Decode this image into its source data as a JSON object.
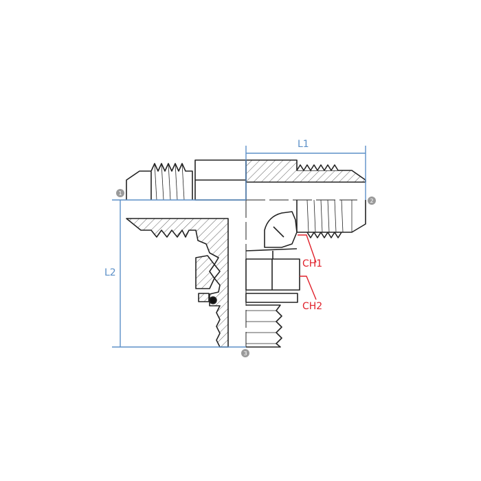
{
  "dimensions": {
    "l1": "L1",
    "l2": "L2"
  },
  "callouts": {
    "ch1": "CH1",
    "ch2": "CH2"
  },
  "ports": [
    "1",
    "2",
    "3"
  ],
  "colors": {
    "dimension": "#5b8fc7",
    "callout": "#e0202a",
    "outline": "#222222",
    "port_marker": "#9a9a9a"
  }
}
